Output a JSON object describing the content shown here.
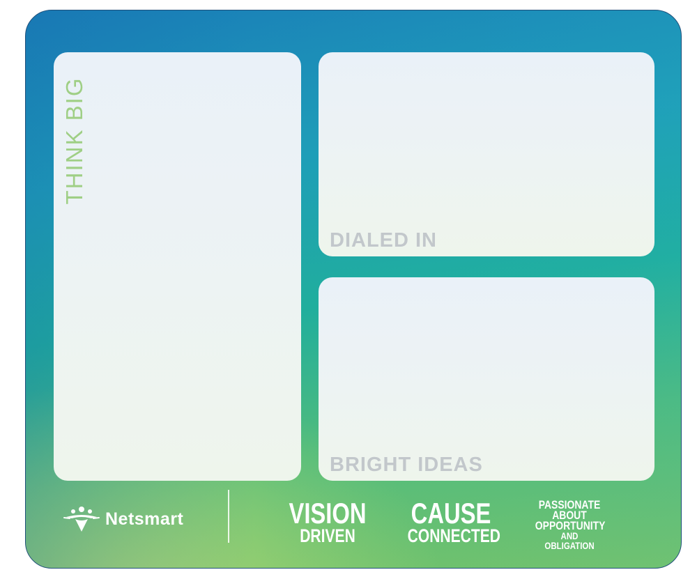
{
  "panels": {
    "left_label": "THINK BIG",
    "top_right_label": "DIALED IN",
    "bottom_right_label": "BRIGHT IDEAS"
  },
  "footer": {
    "brand_name": "Netsmart",
    "values": {
      "vision_big": "VISION",
      "vision_small": "DRIVEN",
      "cause_big": "CAUSE",
      "cause_small": "CONNECTED",
      "passionate_1": "PASSIONATE",
      "passionate_2": "ABOUT",
      "passionate_3": "OPPORTUNITY",
      "passionate_4": "AND OBLIGATION"
    }
  },
  "colors": {
    "board_top": "#1a7fb8",
    "board_mid": "#20ae9c",
    "board_bottom": "#7cc463",
    "panel": "#edf3f3",
    "think_big_text": "#9fcf85",
    "panel_label_text": "#c2c7cb"
  },
  "icons": {
    "brand_logo": "netsmart-logo-icon"
  }
}
